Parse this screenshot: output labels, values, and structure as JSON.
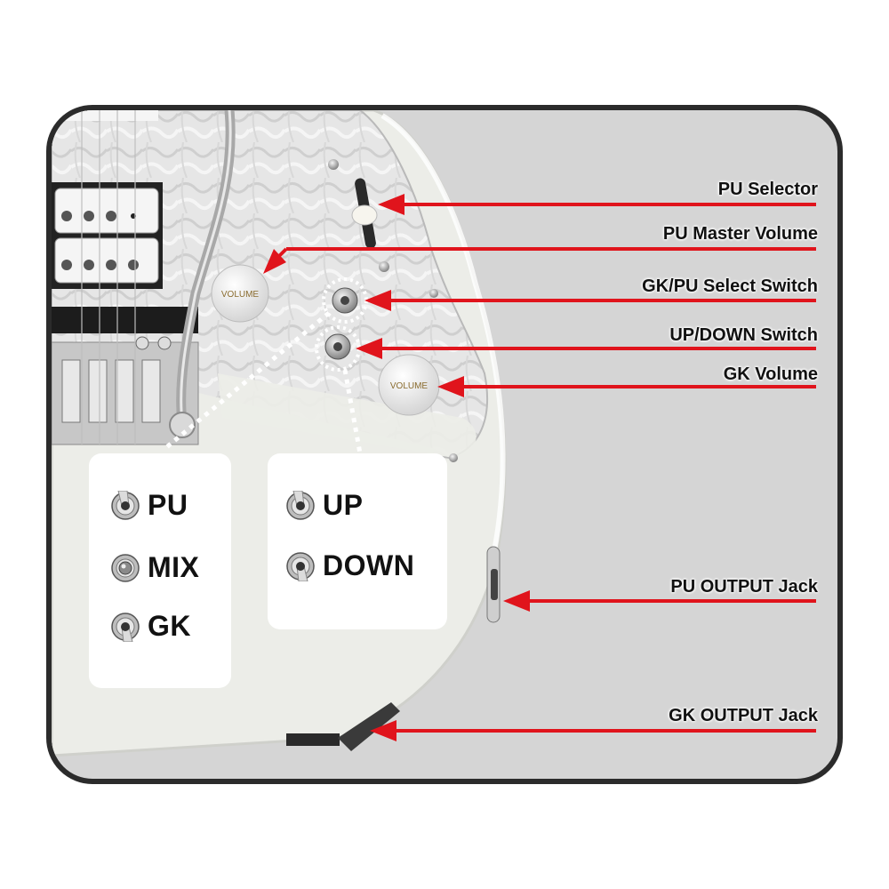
{
  "colors": {
    "frame": "#2b2b2b",
    "background": "#d5d5d5",
    "arrow": "#e0141c",
    "body": "#ebece6",
    "pickguard": "#e4e4e4"
  },
  "labels": {
    "pu_selector": "PU Selector",
    "pu_master_volume": "PU Master Volume",
    "gk_pu_select_switch": "GK/PU Select Switch",
    "up_down_switch": "UP/DOWN Switch",
    "gk_volume": "GK Volume",
    "pu_output_jack": "PU OUTPUT Jack",
    "gk_output_jack": "GK OUTPUT  Jack"
  },
  "knobs": {
    "volume_knob_text": "VOLUME"
  },
  "panels": {
    "gk_pu": {
      "options": [
        {
          "label": "PU",
          "toggle": "up"
        },
        {
          "label": "MIX",
          "toggle": "center"
        },
        {
          "label": "GK",
          "toggle": "down"
        }
      ]
    },
    "up_down": {
      "options": [
        {
          "label": "UP",
          "toggle": "up"
        },
        {
          "label": "DOWN",
          "toggle": "down"
        }
      ]
    }
  }
}
